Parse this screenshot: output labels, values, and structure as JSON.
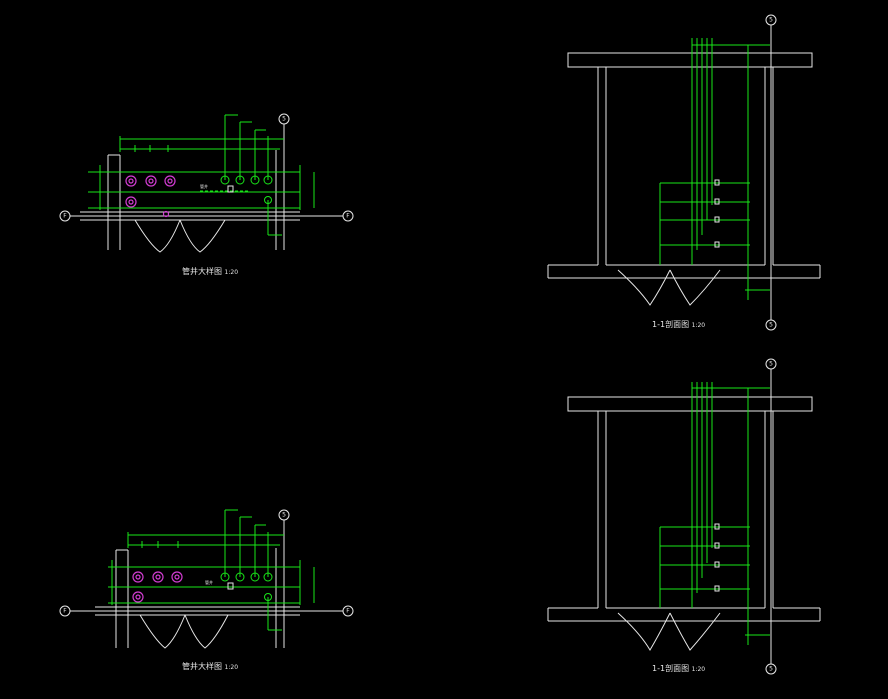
{
  "plans": [
    {
      "caption": "管井大样图",
      "scale": "1:20",
      "axis_main": "5",
      "axis_side": "F",
      "tag_room": "管井"
    },
    {
      "caption": "管井大样图",
      "scale": "1:20",
      "axis_main": "5",
      "axis_side": "F",
      "tag_room": "管井"
    }
  ],
  "sections": [
    {
      "caption": "1-1剖面图",
      "scale": "1:20",
      "axis": "5"
    },
    {
      "caption": "1-1剖面图",
      "scale": "1:20",
      "axis": "5"
    }
  ],
  "colors": {
    "background": "#000000",
    "lines": "#e6e6e6",
    "pipes": "#19e619",
    "fixtures": "#d23cd2"
  }
}
